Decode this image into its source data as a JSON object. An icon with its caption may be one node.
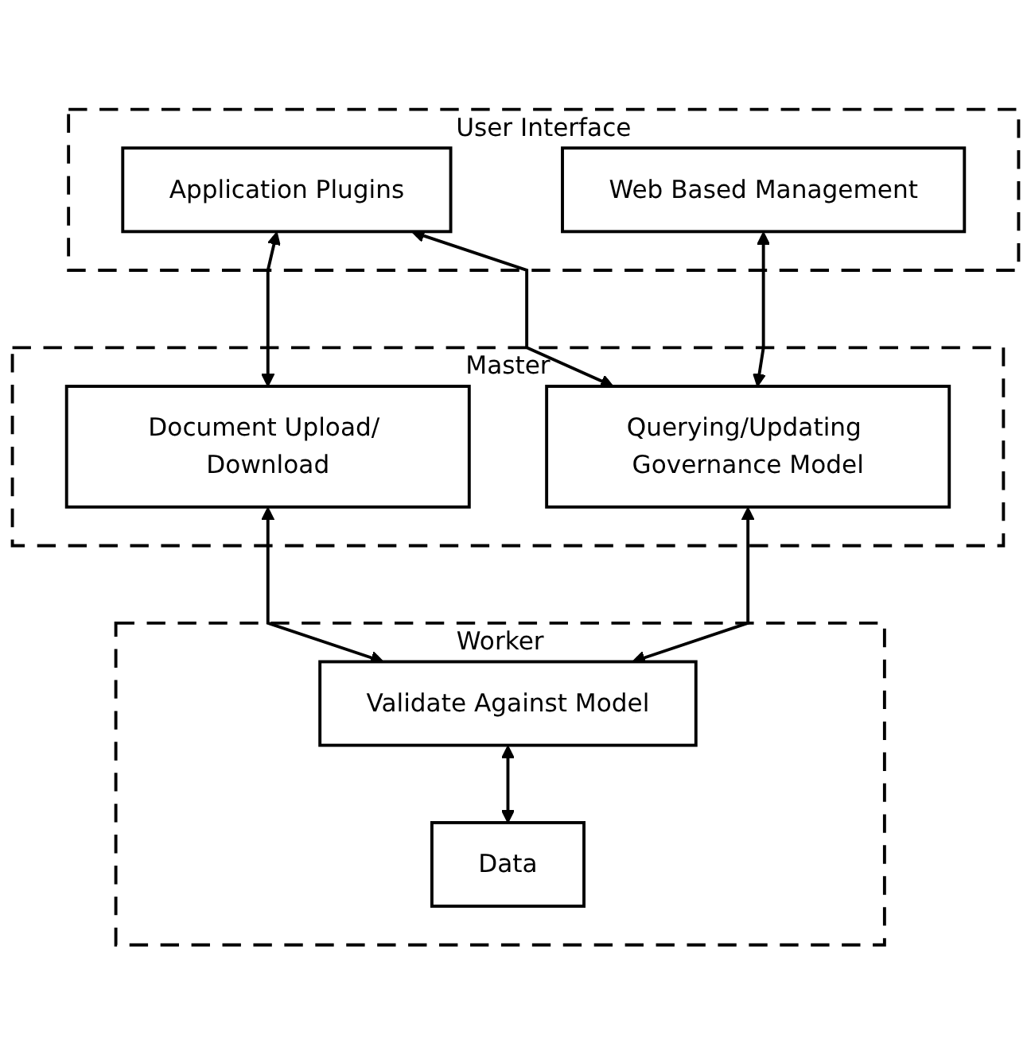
{
  "diagram": {
    "nodes": [
      {
        "text": [
          "User Interface"
        ]
      },
      {
        "text": [
          "Application Plugins"
        ],
        "in": 0
      },
      {
        "text": [
          "Web Based Management"
        ],
        "in": 0
      },
      {
        "text": [
          "Master"
        ]
      },
      {
        "text": [
          "Document Upload/ Download"
        ],
        "in": 3
      },
      {
        "text": [
          "Querying/Updating Governance Model"
        ],
        "in": 3
      },
      {
        "text": [
          "Worker"
        ]
      },
      {
        "text": [
          "Validate Against Model"
        ],
        "in": 6
      },
      {
        "text": [
          "Data"
        ],
        "in": 6
      }
    ],
    "edges": [
      {
        "from": 1,
        "to": 4,
        "arrow": "both"
      },
      {
        "from": 1,
        "to": 5,
        "arrow": "both"
      },
      {
        "from": 2,
        "to": 5,
        "arrow": "both"
      },
      {
        "from": 4,
        "to": 7,
        "arrow": "both"
      },
      {
        "from": 5,
        "to": 7,
        "arrow": "both"
      },
      {
        "from": 7,
        "to": 8,
        "arrow": "both"
      }
    ]
  }
}
